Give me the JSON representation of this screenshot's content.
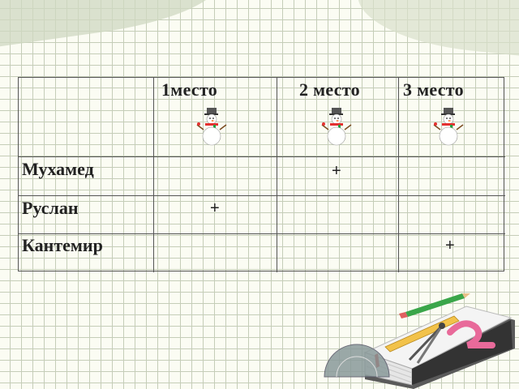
{
  "table": {
    "columns": [
      "1место",
      "2 место",
      "3 место"
    ],
    "rows": [
      {
        "name": "Мухамед",
        "mark": "+"
      },
      {
        "name": "Руслан",
        "mark": "+"
      },
      {
        "name": "Кантемир",
        "mark": "+"
      }
    ]
  },
  "icons": {
    "column_icon": "snowman-icon",
    "decoration": "book-with-school-supplies-icon"
  },
  "colors": {
    "grid_line": "#c5cdb8",
    "table_line": "#555555",
    "text": "#222222"
  }
}
